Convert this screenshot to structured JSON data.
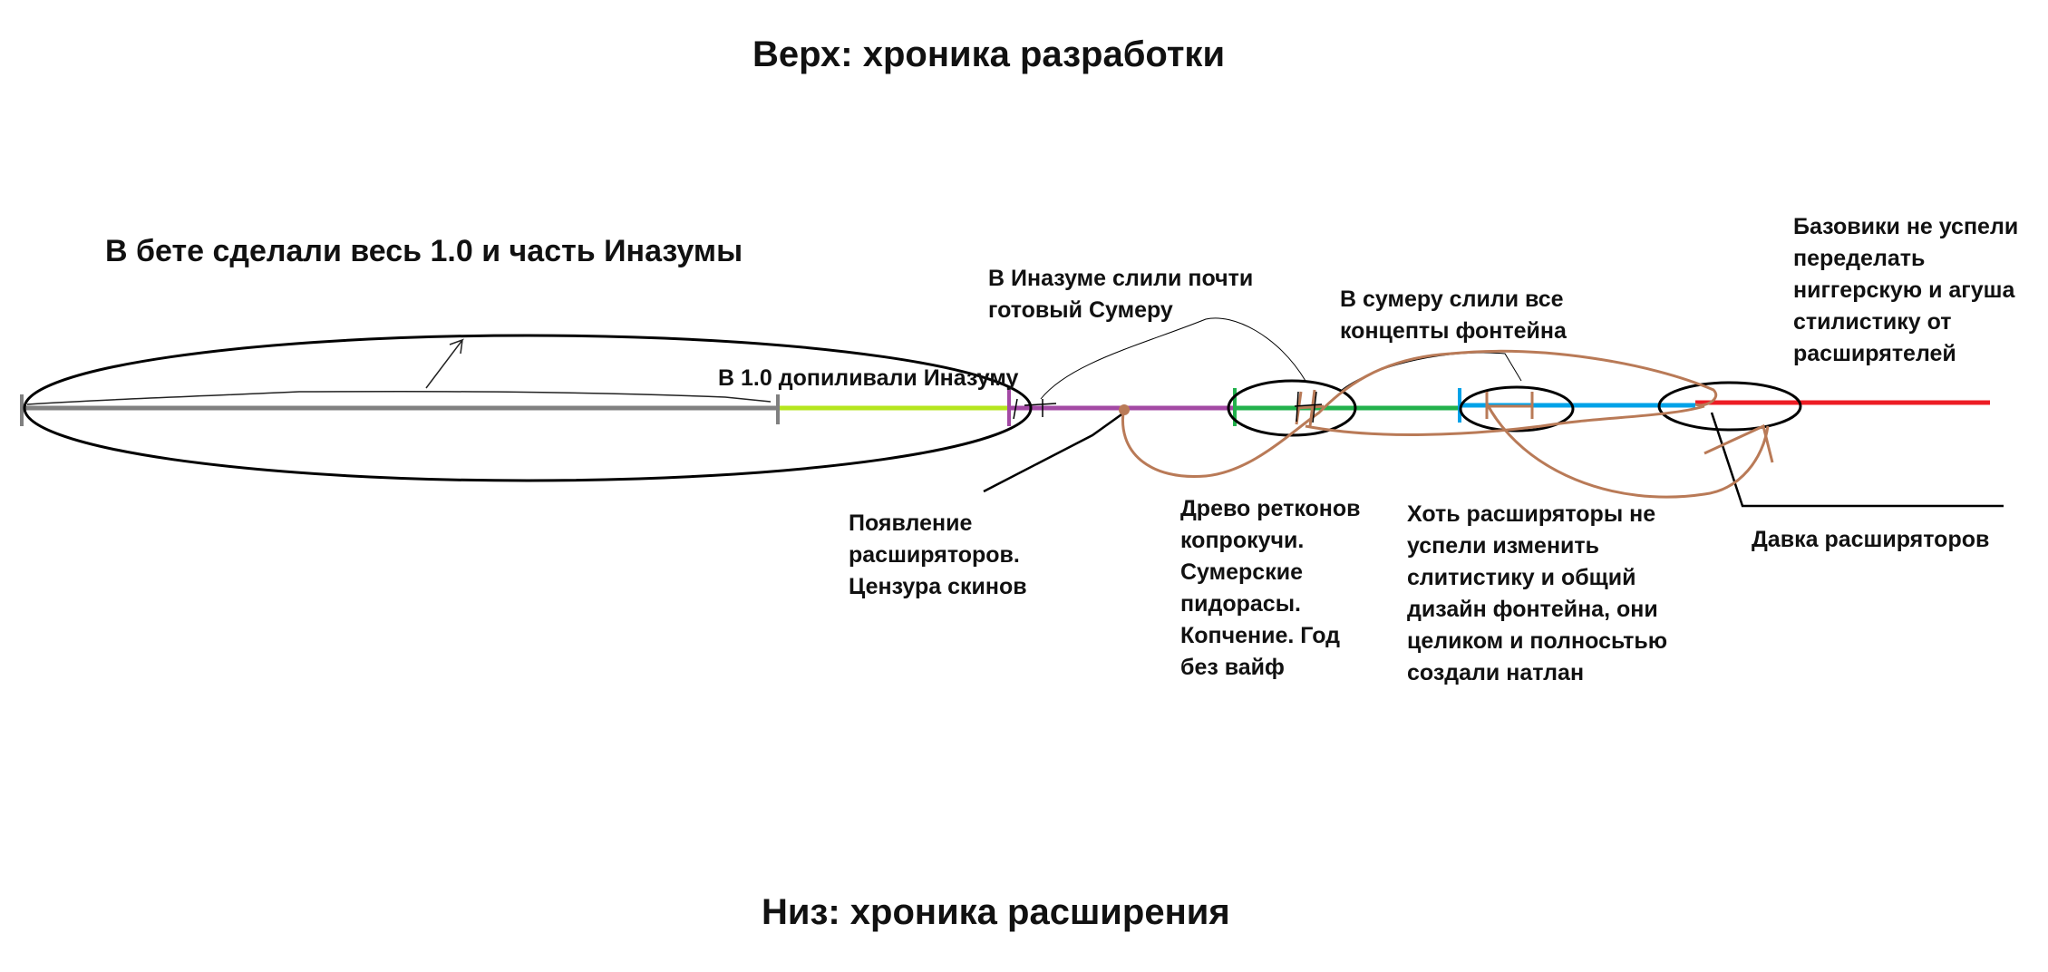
{
  "top_title": "Верх: хроника разработки",
  "bottom_title": "Низ: хроника расширения",
  "beta_label": "В бете сделали весь 1.0 и часть Иназумы",
  "labels": {
    "v10": "В 1.0 допиливали Иназуму",
    "inazuma_leak": "В Иназуме слили почти\nготовый Сумеру",
    "sumeru_leak": "В сумеру слили все\nконцепты фонтейна",
    "basoviki": "Базовики не успели\nпеределать\nниггерскую и агуша\nстилистику от\nрасширятелей",
    "appearance": "Появление\nрасширяторов.\nЦензура скинов",
    "retcons": "Древо ретконов\nкопрокучи.\nСумерские\nпидорасы.\nКопчение. Год\nбез вайф",
    "fontaine": "Хоть расширяторы не\nуспели изменить\nслитистику и общий\nдизайн фонтейна, они\nцеликом и полносьтью\nсоздали натлан",
    "pressure": "Давка расширяторов"
  },
  "colors": {
    "gray": "#808080",
    "lime": "#b5e61d",
    "purple": "#a349a4",
    "green": "#22b14c",
    "blue": "#00a2e8",
    "red": "#ed1c24",
    "brown": "#b97a57"
  }
}
